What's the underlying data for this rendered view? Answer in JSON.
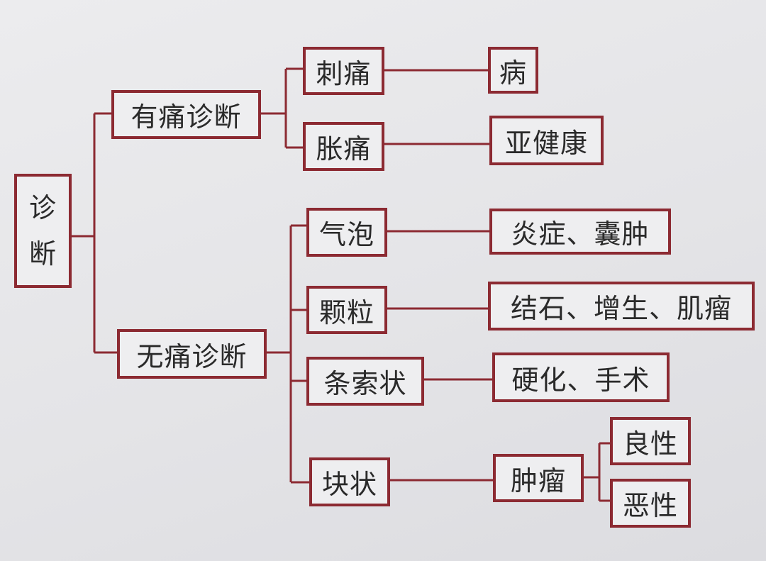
{
  "colors": {
    "border": "#8c2a32",
    "text": "#2a2a2a"
  },
  "root": {
    "char1": "诊",
    "char2": "断"
  },
  "level1": {
    "painful": "有痛诊断",
    "painless": "无痛诊断"
  },
  "painful": {
    "stabbing": "刺痛",
    "stabbing_result": "病",
    "distending": "胀痛",
    "distending_result": "亚健康"
  },
  "painless": {
    "bubble": "气泡",
    "bubble_result": "炎症、囊肿",
    "granule": "颗粒",
    "granule_result": "结石、增生、肌瘤",
    "cord": "条索状",
    "cord_result": "硬化、手术",
    "lump": "块状",
    "lump_result": "肿瘤",
    "benign": "良性",
    "malignant": "恶性"
  }
}
